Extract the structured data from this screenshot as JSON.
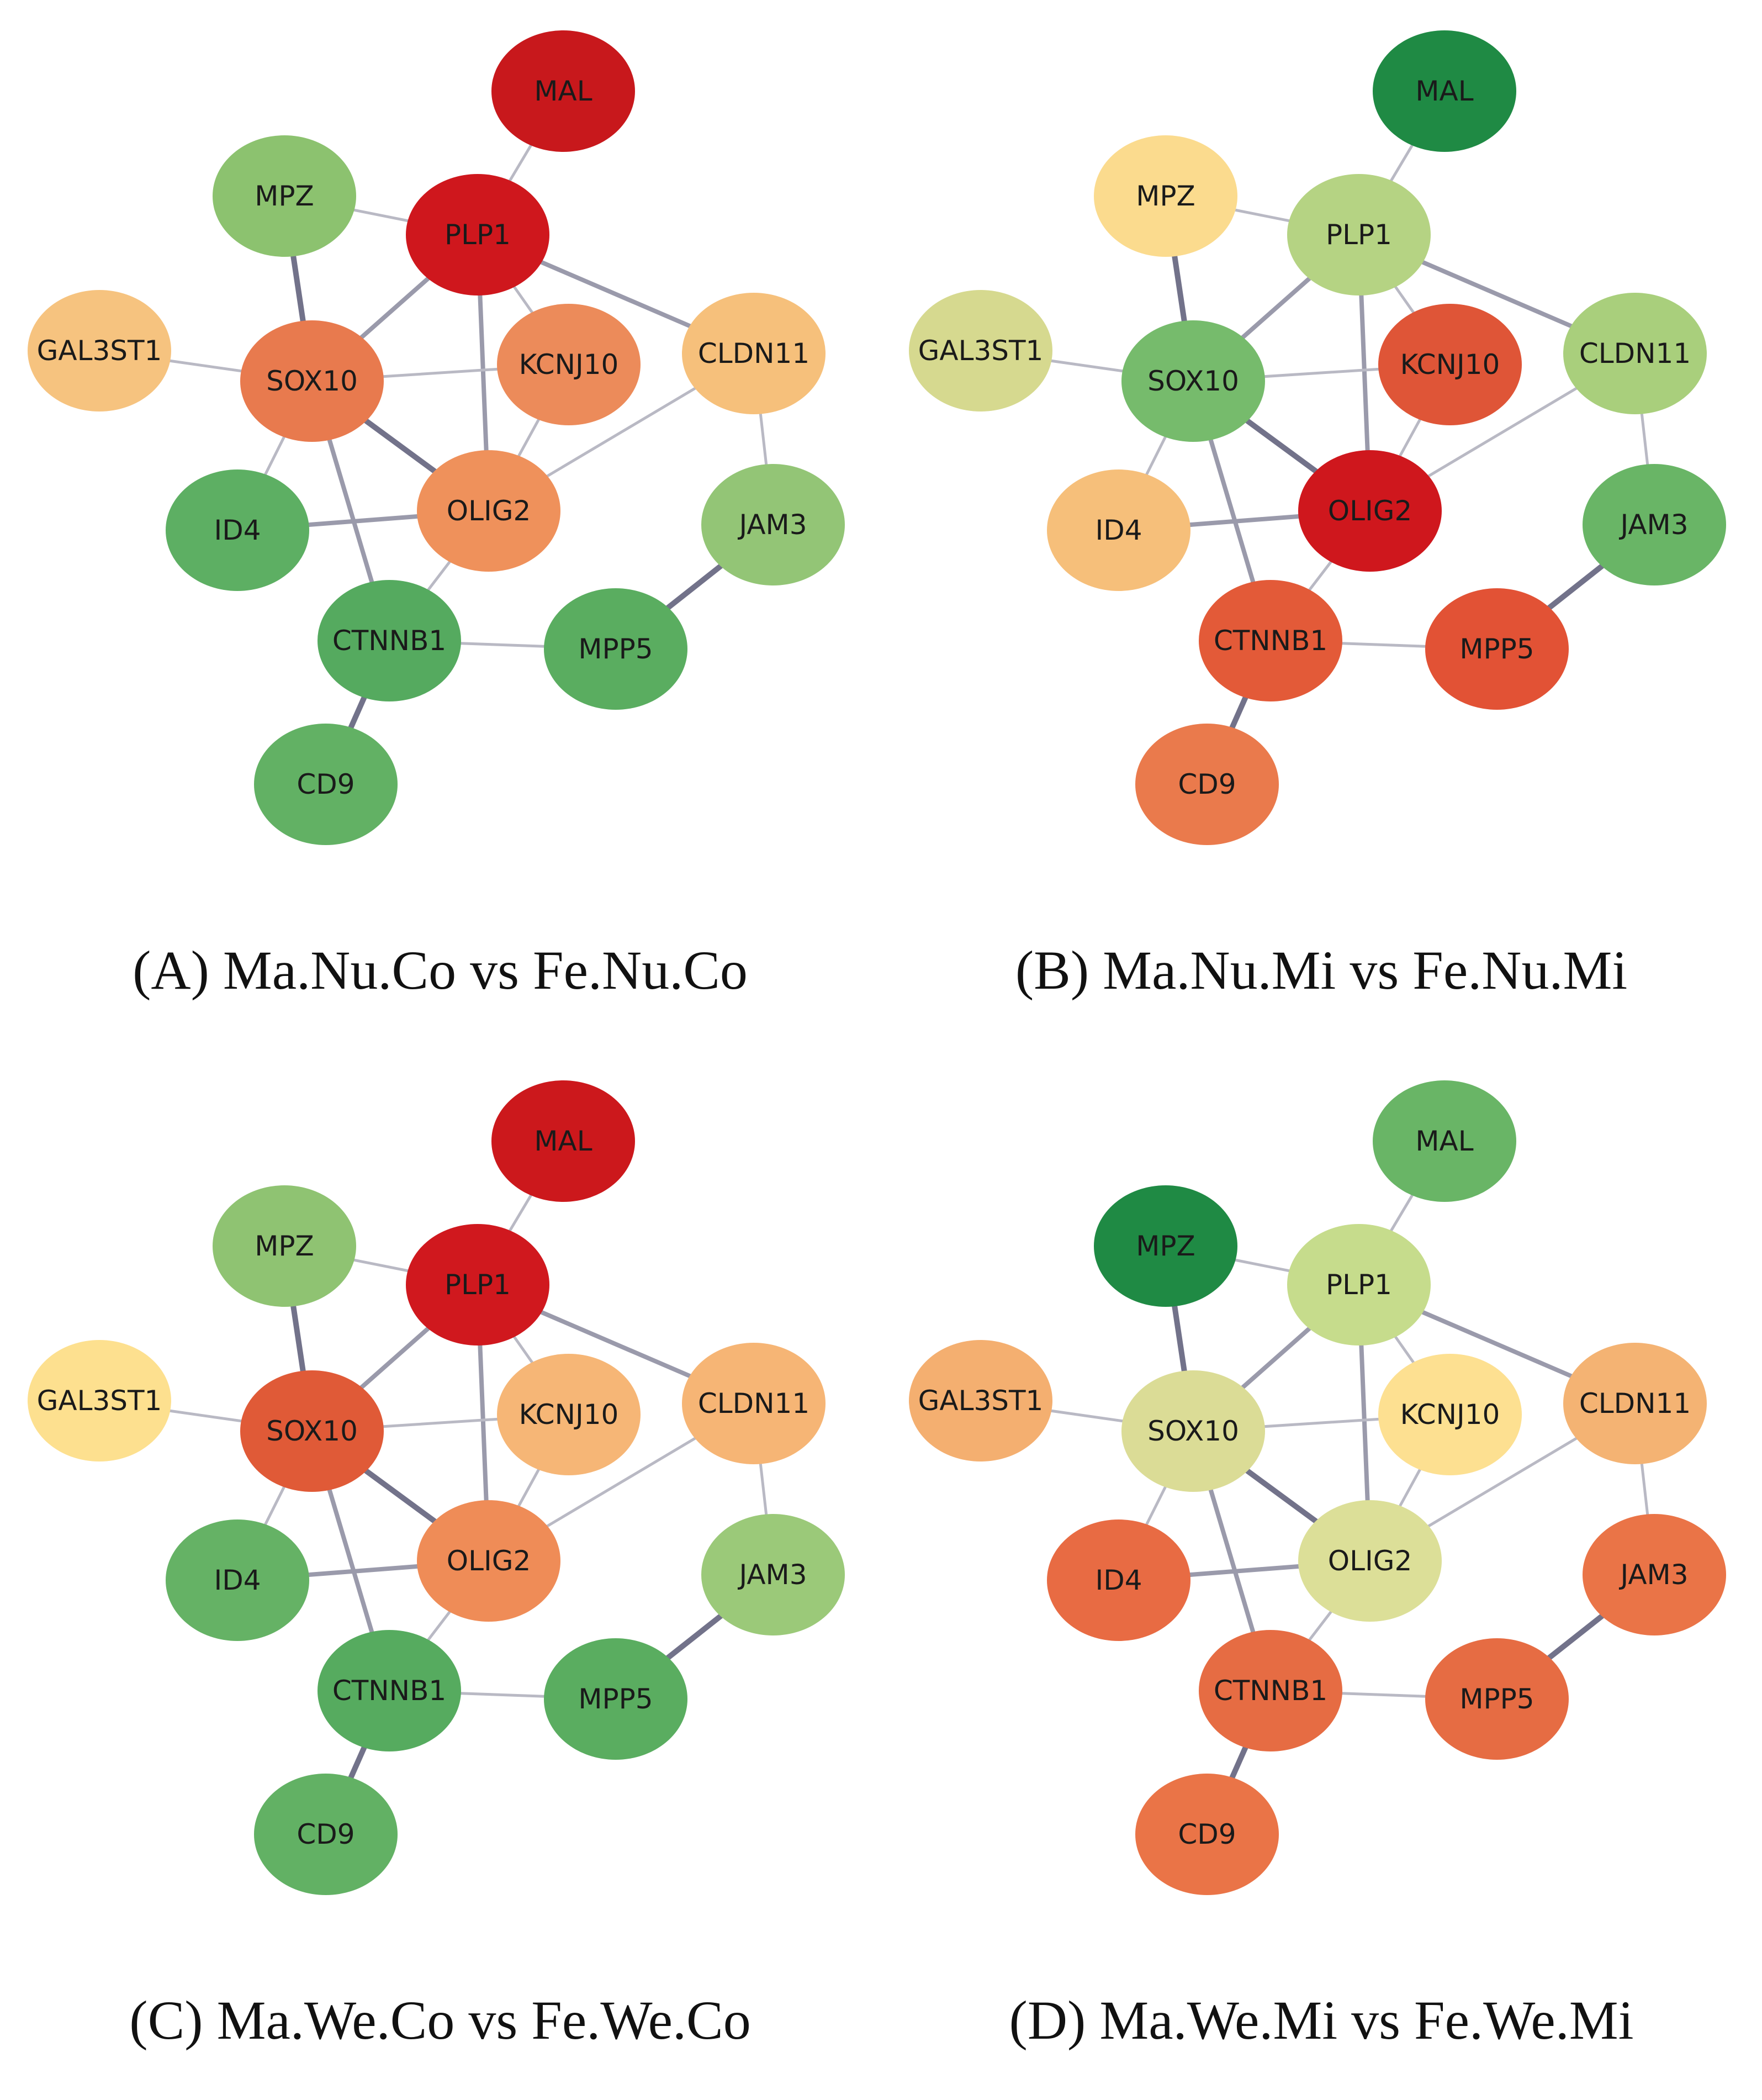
{
  "panels": [
    {
      "caption": "(A) Ma.Nu.Co vs Fe.Nu.Co",
      "node_colors": {
        "MAL": "#c8181c",
        "MPZ": "#8cc26f",
        "PLP1": "#cf171d",
        "GAL3ST1": "#f6c37f",
        "SOX10": "#e87a4e",
        "KCNJ10": "#ec8b5a",
        "CLDN11": "#f6c07b",
        "ID4": "#5daf63",
        "OLIG2": "#ef915b",
        "JAM3": "#93c576",
        "CTNNB1": "#55aa5f",
        "MPP5": "#5aad60",
        "CD9": "#62b164"
      }
    },
    {
      "caption": "(B) Ma.Nu.Mi vs Fe.Nu.Mi",
      "node_colors": {
        "MAL": "#1f8a44",
        "MPZ": "#fbdb8e",
        "PLP1": "#b5d383",
        "GAL3ST1": "#d6d98f",
        "SOX10": "#76bb6c",
        "KCNJ10": "#df5537",
        "CLDN11": "#a9cf7c",
        "ID4": "#f6bf7a",
        "OLIG2": "#cf171d",
        "JAM3": "#69b566",
        "CTNNB1": "#e35a38",
        "MPP5": "#e25235",
        "CD9": "#ea7a4c"
      }
    },
    {
      "caption": "(C) Ma.We.Co vs Fe.We.Co",
      "node_colors": {
        "MAL": "#cc181c",
        "MPZ": "#8fc372",
        "PLP1": "#d0181e",
        "GAL3ST1": "#fde08f",
        "SOX10": "#e05a37",
        "KCNJ10": "#f6b676",
        "CLDN11": "#f6b575",
        "ID4": "#65b265",
        "OLIG2": "#ef8c57",
        "JAM3": "#9bc979",
        "CTNNB1": "#56ab5f",
        "MPP5": "#5aad60",
        "CD9": "#62b164"
      }
    },
    {
      "caption": "(D) Ma.We.Mi vs Fe.We.Mi",
      "node_colors": {
        "MAL": "#69b566",
        "MPZ": "#1f8a44",
        "PLP1": "#c6dc8c",
        "GAL3ST1": "#f4af70",
        "SOX10": "#dbdc96",
        "KCNJ10": "#fde091",
        "CLDN11": "#f4b373",
        "ID4": "#e86b43",
        "OLIG2": "#dcdf98",
        "JAM3": "#ea7447",
        "CTNNB1": "#e66c43",
        "MPP5": "#e66c43",
        "CD9": "#ea7447"
      }
    }
  ]
}
